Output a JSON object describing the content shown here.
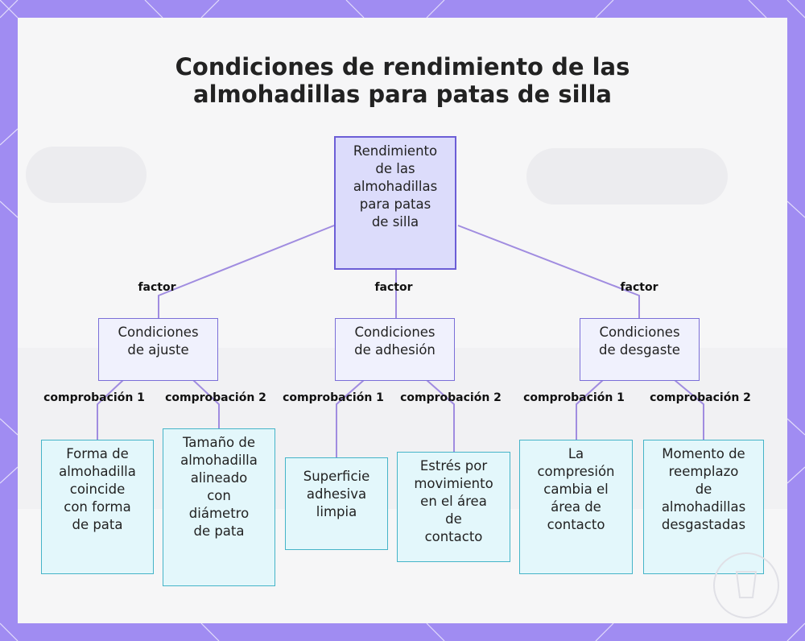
{
  "title_lines": [
    "Condiciones de rendimiento de las",
    "almohadillas para patas de silla"
  ],
  "root": {
    "lines": [
      "Rendimiento",
      "de las",
      "almohadillas",
      "para patas",
      "de silla"
    ]
  },
  "edge_labels": {
    "factor": "factor",
    "check1": "comprobación 1",
    "check2": "comprobación 2"
  },
  "categories": [
    {
      "lines": [
        "Condiciones",
        "de ajuste"
      ],
      "checks": [
        {
          "lines": [
            "Forma de",
            "almohadilla",
            "coincide",
            "con forma",
            "de pata"
          ]
        },
        {
          "lines": [
            "Tamaño de",
            "almohadilla",
            "alineado",
            "con",
            "diámetro",
            "de pata"
          ]
        }
      ]
    },
    {
      "lines": [
        "Condiciones",
        "de adhesión"
      ],
      "checks": [
        {
          "lines": [
            "Superficie",
            "adhesiva",
            "limpia"
          ]
        },
        {
          "lines": [
            "Estrés por",
            "movimiento",
            "en el área",
            "de",
            "contacto"
          ]
        }
      ]
    },
    {
      "lines": [
        "Condiciones",
        "de desgaste"
      ],
      "checks": [
        {
          "lines": [
            "La",
            "compresión",
            "cambia el",
            "área de",
            "contacto"
          ]
        },
        {
          "lines": [
            "Momento de",
            "reemplazo",
            "de",
            "almohadillas",
            "desgastadas"
          ]
        }
      ]
    }
  ],
  "colors": {
    "background": "#a08cf2",
    "root_fill": "#dcdcfb",
    "root_border": "#6c5ed6",
    "mid_fill": "#f0f1fd",
    "leaf_fill": "#e3f7fb",
    "leaf_border": "#45b4c8",
    "connector": "#a08ce0"
  }
}
